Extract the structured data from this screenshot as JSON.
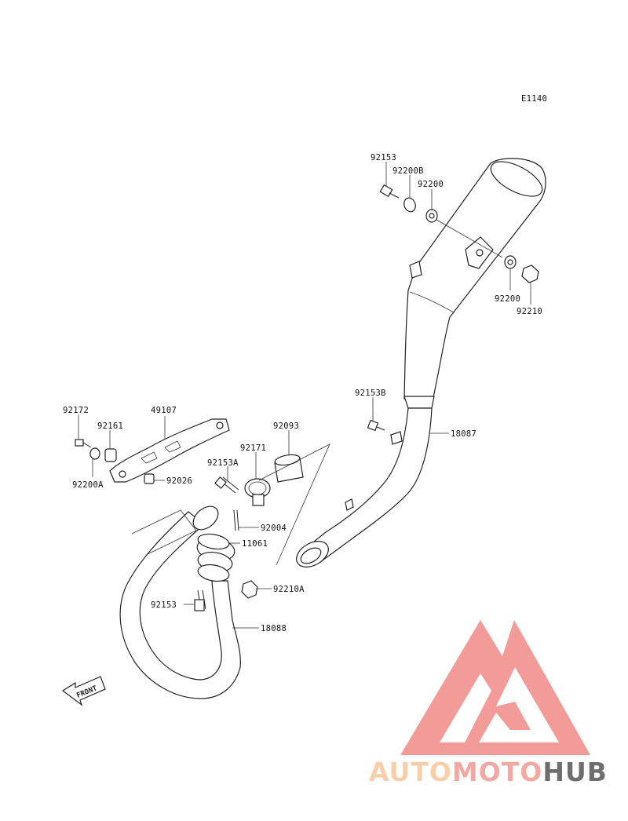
{
  "diagram_id": "E1140",
  "labels": {
    "p92153_top": "92153",
    "p92200B": "92200B",
    "p92200_top": "92200",
    "p92200_right": "92200",
    "p92210": "92210",
    "p92153B": "92153B",
    "p18087": "18087",
    "p92172": "92172",
    "p49107": "49107",
    "p92161": "92161",
    "p92200A": "92200A",
    "p92026": "92026",
    "p92093": "92093",
    "p92171": "92171",
    "p92153A": "92153A",
    "p92004": "92004",
    "p11061": "11061",
    "p92210A": "92210A",
    "p92153_bottom": "92153",
    "p18088": "18088"
  },
  "front_arrow": "FRONT",
  "watermark": {
    "part1": "AUTO",
    "part2": "MOTO",
    "part3": "HUB",
    "color1": "#f6c79a",
    "color2": "#f09a93",
    "color3": "#555555",
    "triangle_color": "#f08a86"
  }
}
